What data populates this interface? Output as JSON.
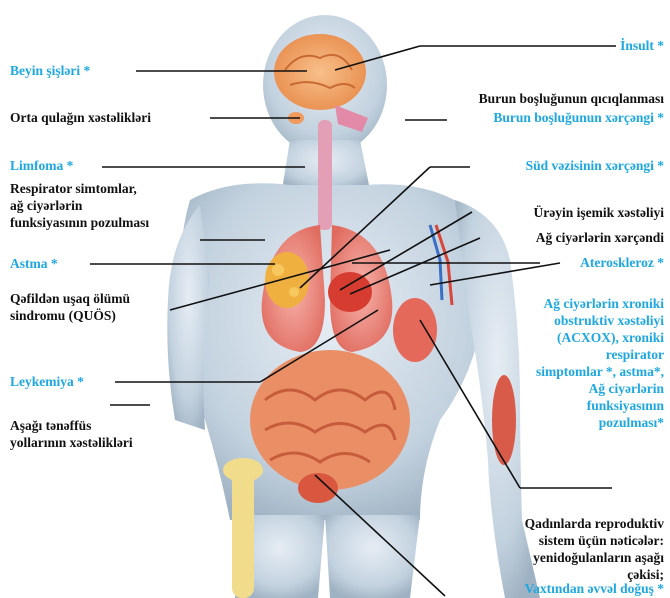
{
  "colors": {
    "label_dark": "#111111",
    "label_blue": "#1da8e0",
    "body_skin": "#c9d6e2",
    "organ_red": "#e0584a",
    "organ_orange": "#f0a04a",
    "intestine": "#e8845a",
    "bone": "#f1dc8c"
  },
  "labels": {
    "beyin": "Beyin şişləri *",
    "orta_qulaq": "Orta qulağın xəstəlikləri",
    "limfoma": "Limfoma *",
    "respirator": [
      "Respirator simtomlar,",
      "ağ ciyərlərin",
      "funksiyasının pozulması"
    ],
    "astma": "Astma *",
    "quos": [
      "Qəfildən uşaq ölümü",
      "sindromu (QUÖS)"
    ],
    "leykemiya": "Leykemiya *",
    "asagi": [
      "Aşağı tənəffüs",
      "yollarının xəstəlikləri"
    ],
    "insult": "İnsult *",
    "burun_qicik": "Burun boşluğunun qıcıqlanması",
    "burun_xerceng": "Burun boşluğunun xərçəngi *",
    "sud": "Süd vəzisinin xərçəngi *",
    "ureyin": "Ürəyin işemik xəstəliyi",
    "ag_xerceng": "Ağ ciyərlərin xərçəndi",
    "ateroskleroz": "Ateroskleroz *",
    "acxox": [
      "Ağ ciyərlərin xroniki",
      "obstruktiv xəstəliyi",
      "(ACXOX), xroniki",
      "respirator",
      "simptomlar *, astma*,",
      "Ağ ciyərlərin",
      "funksiyasının",
      "pozulması*"
    ],
    "qadinlar": [
      "Qadınlarda reproduktiv",
      "sistem üçün nəticələr:",
      "yenidoğulanların aşağı",
      "çəkisi;"
    ],
    "vaxtindan": "Vaxtından əvvəl doğuş *"
  }
}
